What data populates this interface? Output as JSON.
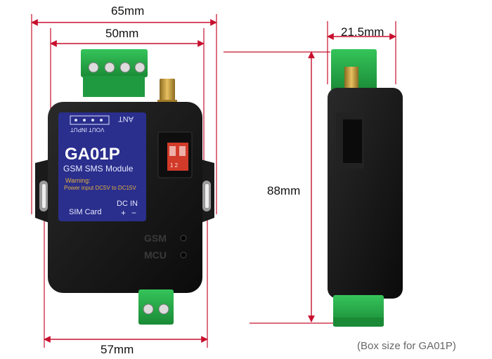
{
  "dimensions": {
    "top_outer": "65mm",
    "top_inner": "50mm",
    "bottom_width": "57mm",
    "side_depth": "21.5mm",
    "height": "88mm"
  },
  "device_label": {
    "pin_header": "VOUT INPUT",
    "antenna": "ANT",
    "model": "GA01P",
    "subtitle": "GSM SMS Module",
    "warning_title": "Warning:",
    "warning_text": "Power input DC5V to DC15V",
    "sim": "SIM Card",
    "dc_in": "DC IN",
    "plus": "+",
    "minus": "−",
    "switch_digits": "1 2"
  },
  "indicators": {
    "gsm": "GSM",
    "mcu": "MCU"
  },
  "caption": "(Box size for GA01P)",
  "colors": {
    "label_blue": "#2a2e8c",
    "terminal_green": "#27b04a",
    "switch_red": "#d23a2a",
    "case_black": "#141414",
    "brass": "#c99a35"
  }
}
